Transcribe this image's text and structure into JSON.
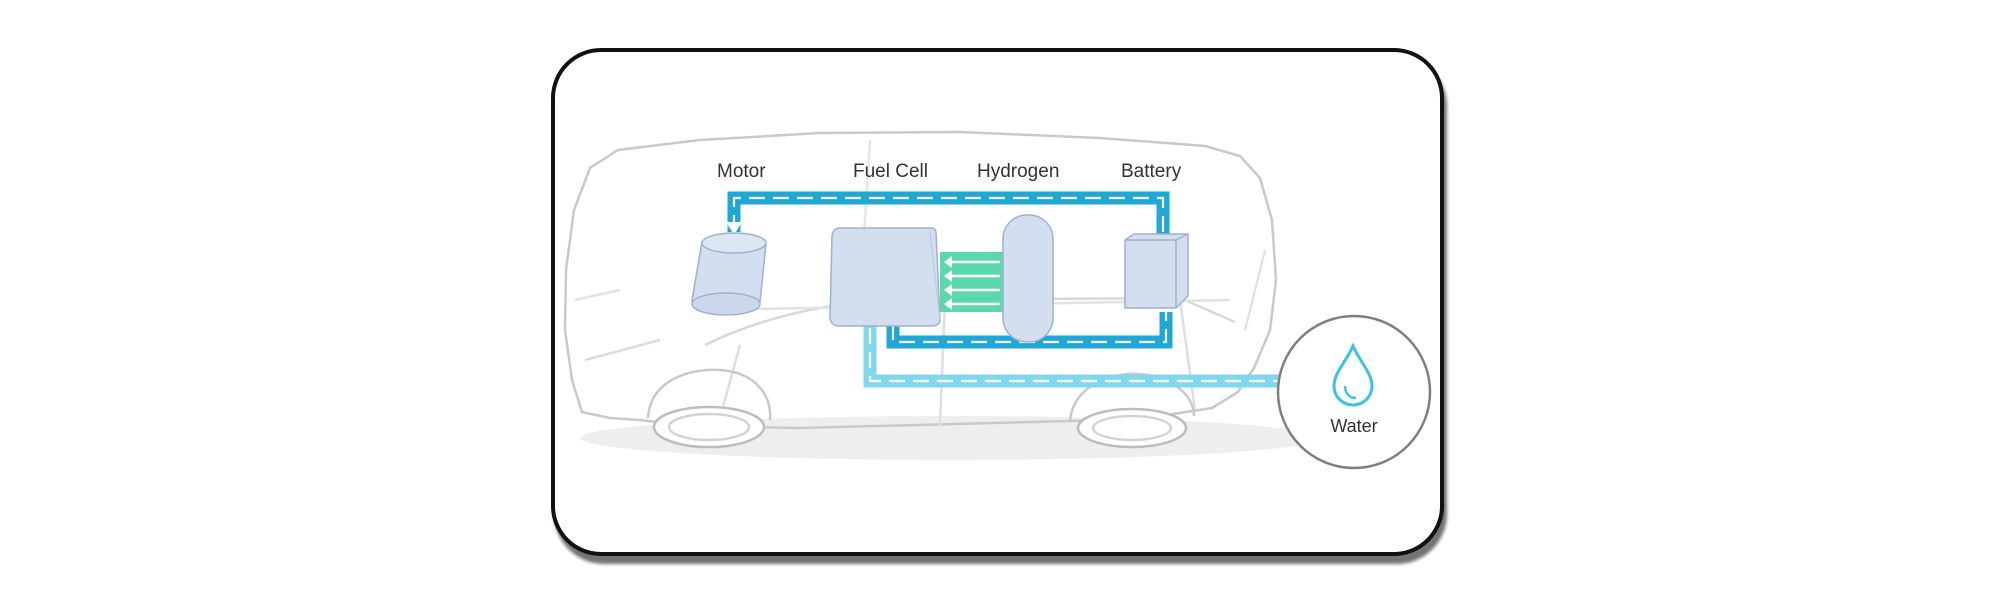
{
  "diagram": {
    "labels": {
      "motor": "Motor",
      "fuel_cell": "Fuel Cell",
      "hydrogen": "Hydrogen",
      "battery": "Battery",
      "water": "Water"
    },
    "colors": {
      "frame_border": "#111111",
      "car_outline": "#cfcfcf",
      "component_fill": "#d3deef",
      "component_stroke": "#9fb1cf",
      "power_flow": "#1fa8d6",
      "water_flow": "#7fd8ee",
      "hydrogen_flow": "#52d6a8",
      "water_drop": "#3cc3df"
    },
    "icons": {
      "water_drop": "water-drop-icon"
    }
  }
}
